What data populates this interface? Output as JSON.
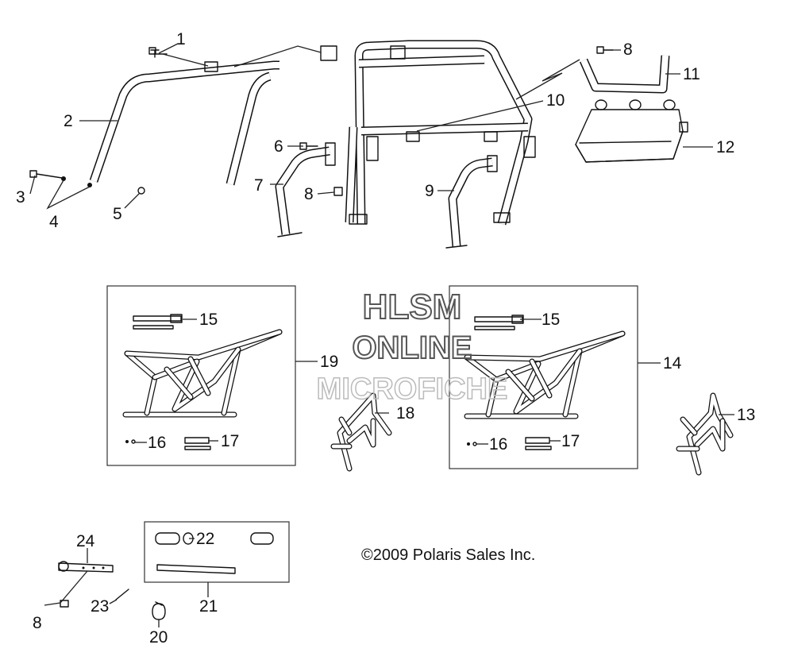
{
  "watermark": {
    "line1": "HLSM",
    "line2": "ONLINE",
    "line3": "MICROFICHE"
  },
  "copyright": "©2009 Polaris Sales Inc.",
  "callouts": {
    "c1": "1",
    "c2": "2",
    "c3": "3",
    "c4": "4",
    "c5": "5",
    "c6": "6",
    "c7": "7",
    "c8a": "8",
    "c8b": "8",
    "c8c": "8",
    "c9": "9",
    "c10": "10",
    "c11": "11",
    "c12": "12",
    "c13": "13",
    "c14": "14",
    "c15a": "15",
    "c15b": "15",
    "c16a": "16",
    "c16b": "16",
    "c17a": "17",
    "c17b": "17",
    "c18": "18",
    "c19": "19",
    "c20": "20",
    "c21": "21",
    "c22": "22",
    "c23": "23",
    "c24": "24"
  },
  "colors": {
    "ink": "#111111",
    "watermark": "#555555",
    "watermark_light": "#bbbbbb",
    "background": "#ffffff"
  }
}
